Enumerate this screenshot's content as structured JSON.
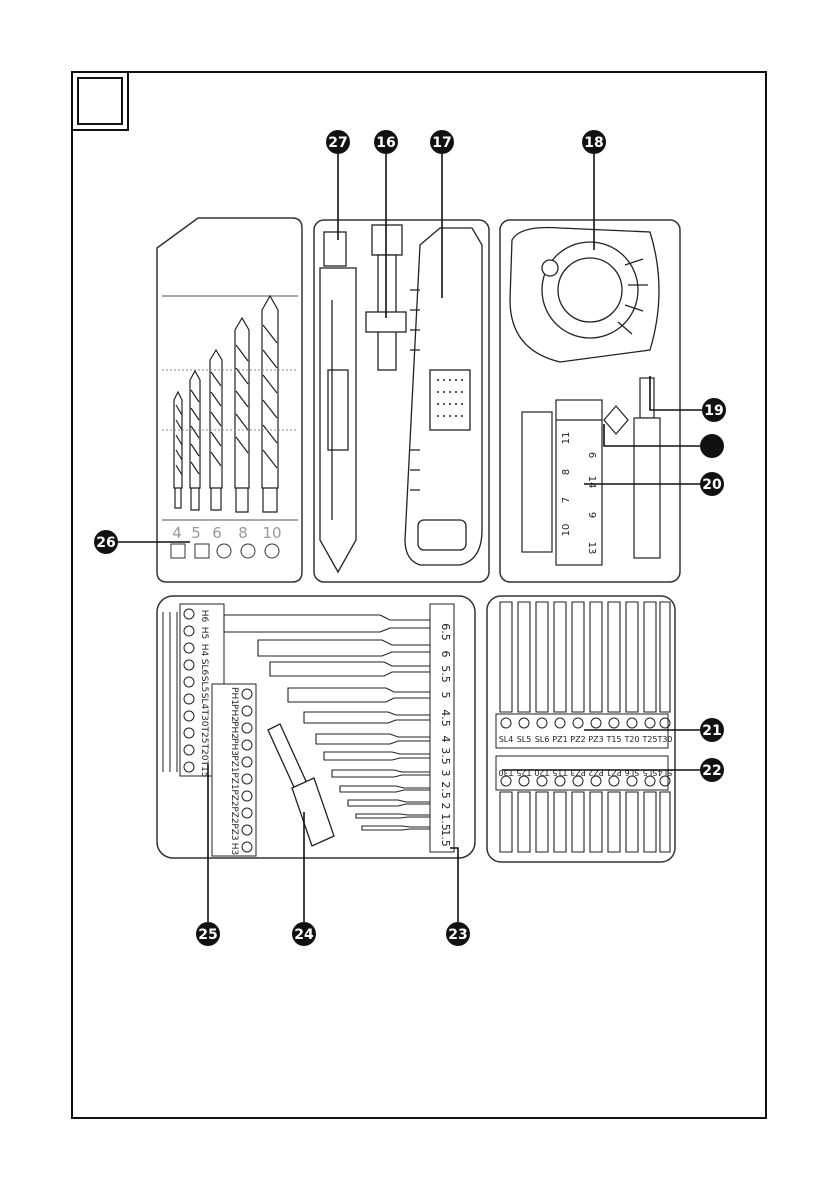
{
  "figure_id": "",
  "callouts": [
    {
      "id": "c27",
      "text": "27"
    },
    {
      "id": "c16",
      "text": "16"
    },
    {
      "id": "c17",
      "text": "17"
    },
    {
      "id": "c18",
      "text": "18"
    },
    {
      "id": "c19",
      "text": "19"
    },
    {
      "id": "cblank",
      "text": ""
    },
    {
      "id": "c20",
      "text": "20"
    },
    {
      "id": "c26",
      "text": "26"
    },
    {
      "id": "c21",
      "text": "21"
    },
    {
      "id": "c22",
      "text": "22"
    },
    {
      "id": "c25",
      "text": "25"
    },
    {
      "id": "c24",
      "text": "24"
    },
    {
      "id": "c23",
      "text": "23"
    }
  ],
  "wood_drill_sizes": [
    "4",
    "5",
    "6",
    "8",
    "10"
  ],
  "socket_sizes": [
    "11",
    "6",
    "8",
    "14",
    "7",
    "9",
    "10",
    "13"
  ],
  "drill_sizes": [
    "6.5",
    "6",
    "5.5",
    "5",
    "4.5",
    "4",
    "3.5",
    "3",
    "2.5",
    "2",
    "1.5",
    "1.5"
  ],
  "bit_row_top": [
    "SL4",
    "SL5",
    "SL6",
    "PZ1",
    "PZ2",
    "PZ3",
    "T15",
    "T20",
    "T25",
    "T30"
  ],
  "bit_row_bottom": [
    "T30",
    "T25",
    "T20",
    "T15",
    "PZ3",
    "PZ2",
    "PZ1",
    "SL6",
    "SL5",
    "SL4"
  ],
  "holder_col_a": [
    "H6",
    "H5",
    "H4",
    "SL6",
    "SL5",
    "SL4",
    "T30",
    "T25",
    "T20",
    "T15"
  ],
  "holder_col_b": [
    "PH1",
    "PH2",
    "PH2",
    "PH3",
    "PZ1",
    "PZ1",
    "PZ2",
    "PZ2",
    "PZ3",
    "H3"
  ]
}
